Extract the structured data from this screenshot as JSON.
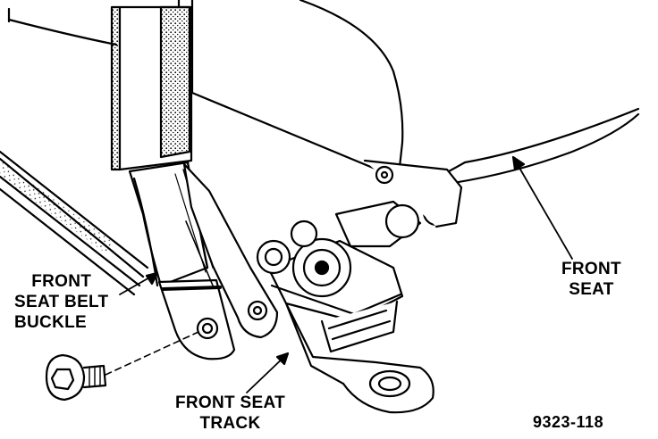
{
  "labels": {
    "buckle": [
      "FRONT",
      "SEAT BELT",
      "BUCKLE"
    ],
    "seat": [
      "FRONT",
      "SEAT"
    ],
    "track": [
      "FRONT SEAT",
      "TRACK"
    ]
  },
  "figure_number": "9323-118",
  "colors": {
    "ink": "#000000",
    "paper": "#ffffff"
  }
}
